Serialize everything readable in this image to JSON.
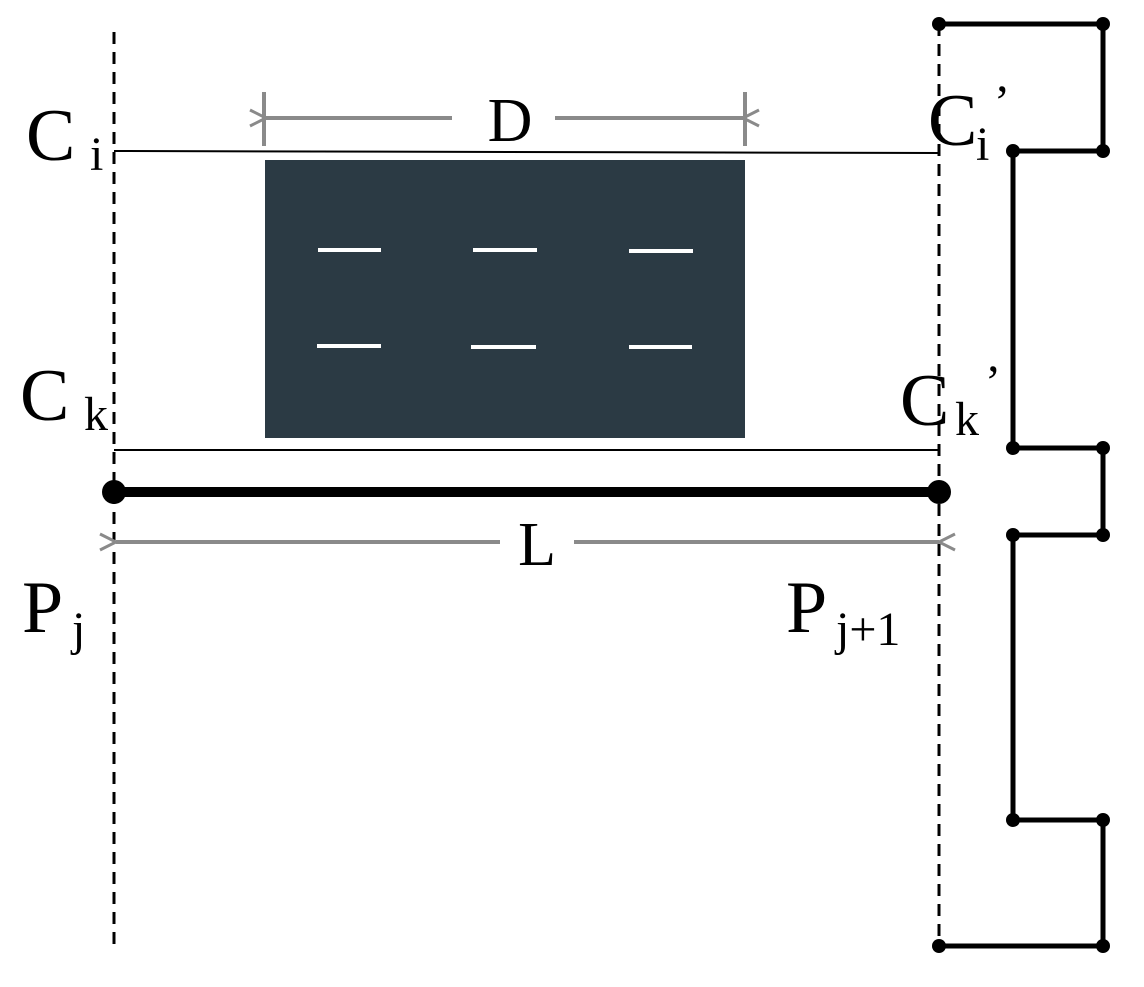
{
  "labels": {
    "ci": {
      "main": "C",
      "sub": "i"
    },
    "ci2": {
      "main": "C",
      "sub": "i",
      "prime": "’"
    },
    "ck": {
      "main": "C",
      "sub": "k"
    },
    "ck2": {
      "main": "C",
      "sub": "k",
      "prime": "’"
    },
    "pj": {
      "main": "P",
      "sub": "j"
    },
    "pj1": {
      "main": "P",
      "sub": "j+1"
    },
    "d": "D",
    "l": "L"
  },
  "colors": {
    "ink": "#000000",
    "dimension": "#8a8a8a",
    "road": "#2b3a44",
    "lane_mark": "#ffffff"
  }
}
